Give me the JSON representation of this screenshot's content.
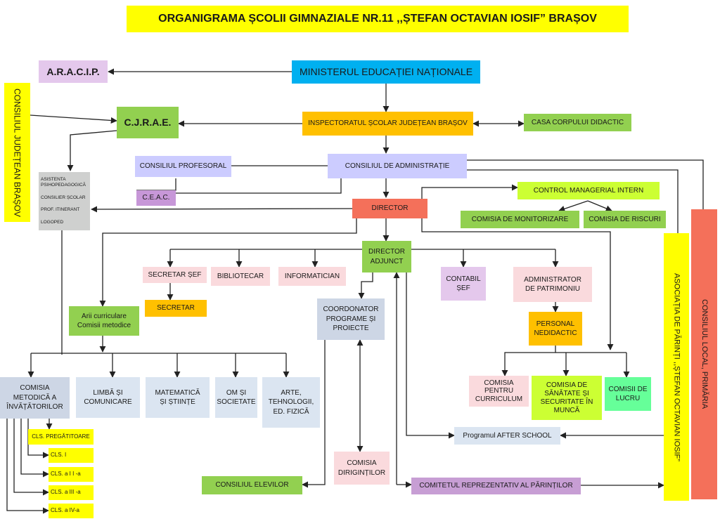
{
  "title": "ORGANIGRAMA ȘCOLII GIMNAZIALE NR.11 ,,ȘTEFAN OCTAVIAN IOSIF” BRAȘOV",
  "nodes": {
    "aracip": "A.R.A.C.I.P.",
    "minister": "MINISTERUL EDUCAȚIEI NAȚIONALE",
    "cjrae": "C.J.R.A.E.",
    "consiliu_judetean": "CONSILIUL JUDEȚEAN BRAȘOV",
    "isj": "INSPECTORATUL ȘCOLAR JUDEȚEAN BRAȘOV",
    "ccd": "CASA CORPULUI DIDACTIC",
    "consiliul_profesoral": "CONSILIUL PROFESORAL",
    "consiliul_administratie": "CONSILIUL DE ADMINISTRAȚIE",
    "ceac": "C.E.A.C.",
    "asistenta": [
      "ASISTENTA PSIHOPEDAGOGICĂ",
      "CONSILIER ȘCOLAR",
      "PROF. ITINERANT",
      "LOGOPED"
    ],
    "director": "DIRECTOR",
    "control": "CONTROL MANAGERIAL INTERN",
    "comisia_monitorizare": "COMISIA DE MONITORIZARE",
    "comisia_riscuri": "COMISIA DE RISCURI",
    "consiliul_local": "CONSILIUL LOCAL, PRIMĂRIA",
    "asociatia": "ASOCIAȚIA DE PĂRINȚI ,,ȘTEFAN OCTAVIAN IOSIF”",
    "director_adjunct": [
      "DIRECTOR",
      "ADJUNCT"
    ],
    "secretar_sef": "SECRETAR ȘEF",
    "bibliotecar": "BIBLIOTECAR",
    "informatician": "INFORMATICIAN",
    "secretar": "SECRETAR",
    "contabil": [
      "CONTABIL",
      "ȘEF"
    ],
    "administrator": [
      "ADMINISTRATOR",
      "DE PATRIMONIU"
    ],
    "personal": [
      "PERSONAL",
      "NEDIDACTIC"
    ],
    "arii": [
      "Arii curriculare",
      "Comisii metodice"
    ],
    "coordonator": [
      "COORDONATOR",
      "PROGRAME ȘI",
      "PROIECTE"
    ],
    "comisia_invatatori": [
      "COMISIA",
      "METODICĂ A",
      "ÎNVĂȚĂTORILOR"
    ],
    "limba": [
      "LIMBĂ ȘI",
      "COMUNICARE"
    ],
    "matematica": [
      "MATEMATICĂ",
      "ȘI ȘTIINȚE"
    ],
    "om": [
      "OM ȘI",
      "SOCIETATE"
    ],
    "arte": [
      "ARTE,",
      "TEHNOLOGII,",
      "ED. FIZICĂ"
    ],
    "comisia_curriculum": [
      "COMISIA",
      "PENTRU",
      "CURRICULUM"
    ],
    "comisia_sanatate": [
      "COMISIA DE",
      "SĂNĂTATE ȘI",
      "SECURITATE ÎN",
      "MUNCĂ"
    ],
    "comisii_lucru": [
      "COMISII DE",
      "LUCRU"
    ],
    "after_school": "Programul AFTER SCHOOL",
    "comisia_dirigintilor": [
      "COMISIA",
      "DIRIGINȚILOR"
    ],
    "consiliul_elevilor": "CONSILIUL ELEVILOR",
    "comitetul": "COMITETUL REPREZENTATIV AL PĂRINȚILOR",
    "cls_pregatitoare": "CLS. PREGĂTITOARE",
    "cls_1": "CLS. I",
    "cls_2": "CLS. a I I -a",
    "cls_3": "CLS. a III -a",
    "cls_4": "CLS. a IV-a"
  }
}
